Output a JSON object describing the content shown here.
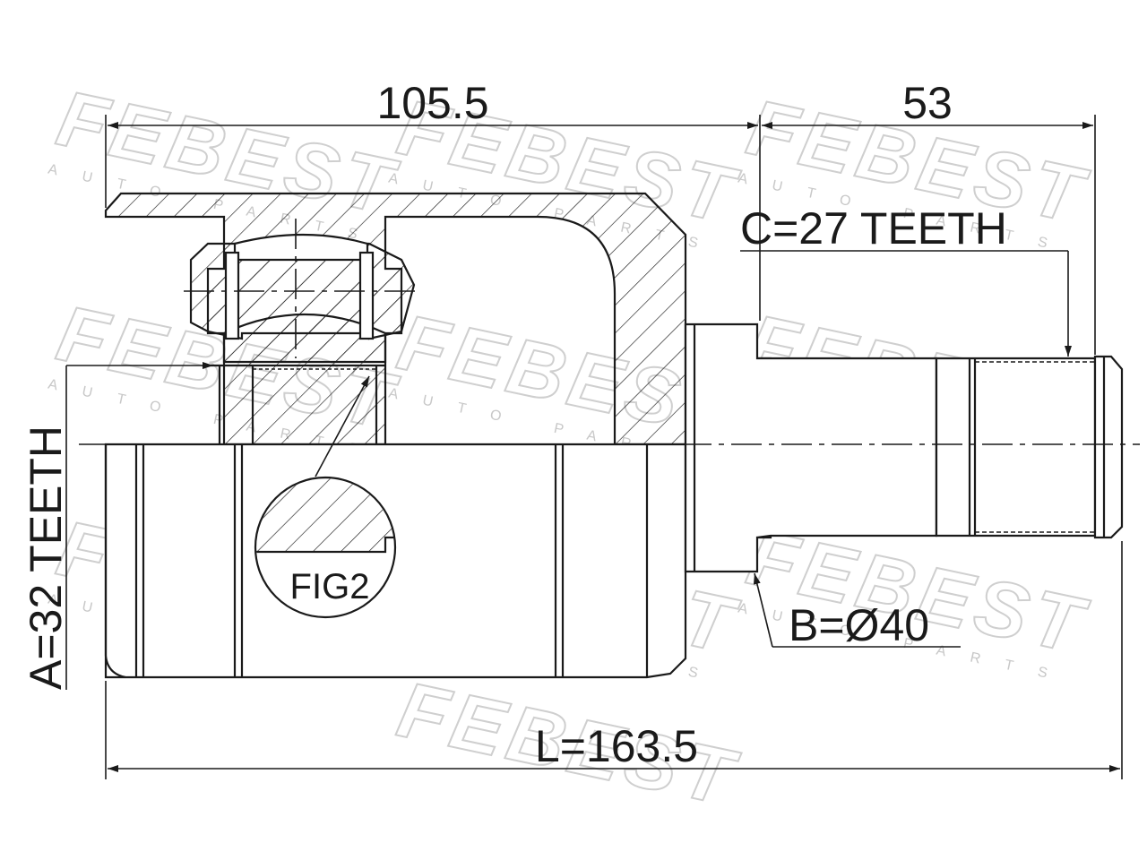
{
  "watermark": {
    "brand": "FEBEST",
    "subtitle": "AUTO PARTS"
  },
  "dimensions": {
    "housing_length": "105.5",
    "shaft_length": "53",
    "total_length": "L=163.5",
    "spline_c": "C=27 TEETH",
    "spline_a": "A=32 TEETH",
    "seal_diameter_b": "B=Ø40",
    "detail_label": "FIG2"
  }
}
